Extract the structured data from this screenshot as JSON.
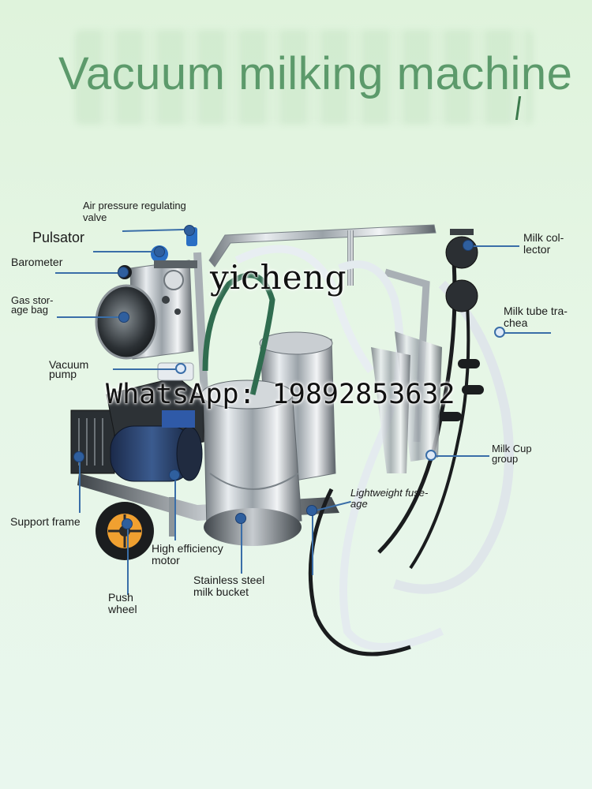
{
  "title": "Vacuum milking machine",
  "labels": {
    "air_pressure_valve": [
      "Air pressure regulating",
      "valve"
    ],
    "pulsator": "Pulsator",
    "barometer": "Barometer",
    "gas_storage_bag": [
      "Gas stor-",
      "age bag"
    ],
    "vacuum_pump": [
      "Vacuum",
      "pump"
    ],
    "support_frame": "Support frame",
    "push_wheel": [
      "Push",
      "wheel"
    ],
    "motor": [
      "High efficiency",
      "motor"
    ],
    "milk_bucket": [
      "Stainless steel",
      "milk bucket"
    ],
    "fuselage": [
      "Lightweight fuse-",
      "age"
    ],
    "milk_cup_group": [
      "Milk Cup",
      "group"
    ],
    "milk_tube_trachea": [
      "Milk tube tra-",
      "chea"
    ],
    "milk_collector": [
      "Milk col-",
      "lector"
    ]
  },
  "watermarks": {
    "brand": "yicheng",
    "contact": "WhatsApp: 19892853632"
  },
  "colors": {
    "title": "#5c9a6b",
    "callout_line": "#3a6ea8",
    "callout_dot": "#2f5f9e",
    "wheel_hub": "#f0a030"
  }
}
